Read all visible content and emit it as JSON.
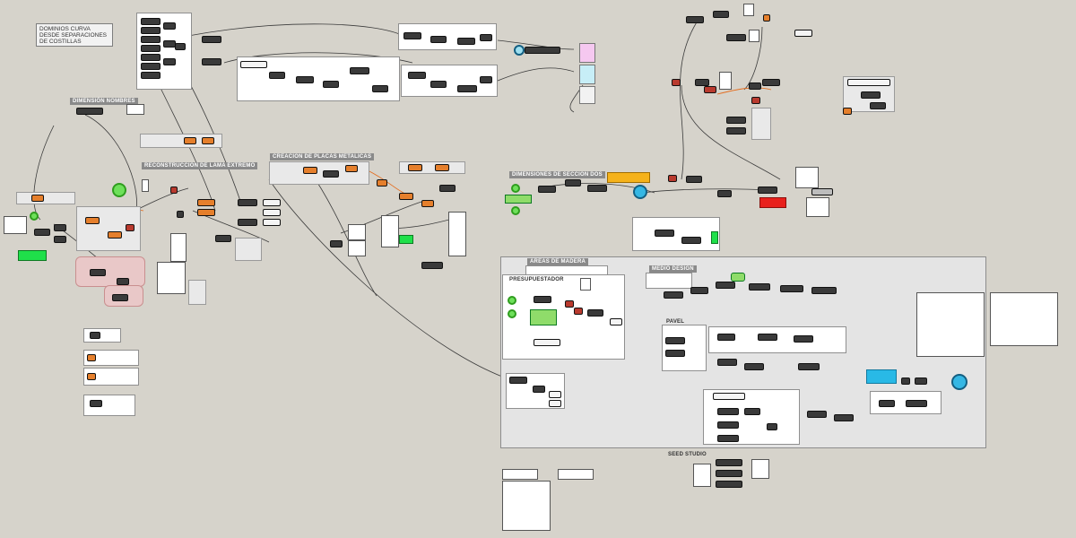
{
  "canvas": {
    "background": "#d6d3cb",
    "accent_green": "#1fe04a",
    "accent_orange": "#f5b21b",
    "accent_red": "#e8201c",
    "accent_cyan": "#29b9e6"
  },
  "notes": {
    "dominios": "DOMINIOS CURVA DESDE SEPARACIONES DE COSTILLAS"
  },
  "groups": {
    "dimension_nombres": "Dimensión nombres",
    "reconstruccion": "RECONSTRUCCION DE LAMA EXTREMO",
    "creacion_placas": "CREACION DE PLACAS METALICAS",
    "dimensiones": "DIMENSIONES DE SECCION DOS",
    "areas_madera": "AREAS DE MADERA",
    "presupuestador": "PRESUPUESTADOR",
    "medio_design": "MEDIO DESIGN",
    "pavel": "PAVEL",
    "seed_studio": "SEED STUDIO"
  },
  "icons": {
    "toggle": "toggle-icon",
    "param": "param-ring-icon"
  }
}
